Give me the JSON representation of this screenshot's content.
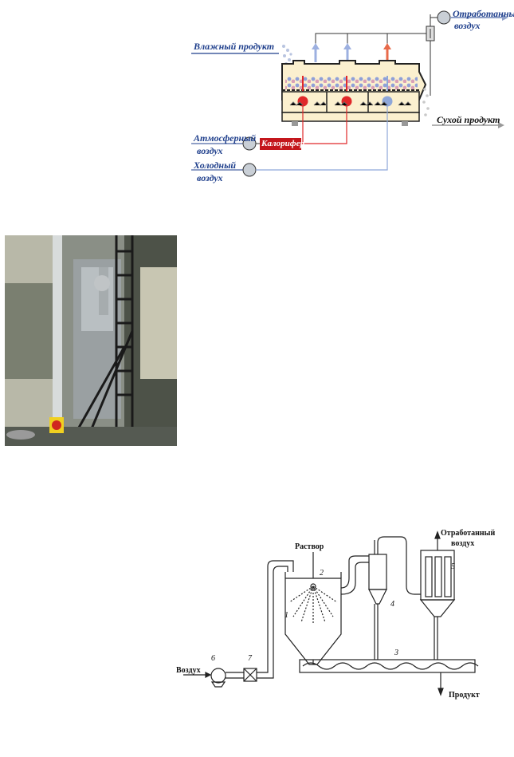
{
  "dryer_diagram": {
    "wet_product": "Влажный продукт",
    "exhaust_air_line1": "Отработанный",
    "exhaust_air_line2": "воздух",
    "atmospheric_air_line1": "Атмосферный",
    "atmospheric_air_line2": "воздух",
    "heater": "Калорифер",
    "cold_air_line1": "Холодный",
    "cold_air_line2": "воздух",
    "dry_product": "Сухой продукт",
    "colors": {
      "label_blue": "#1f3f8c",
      "hot_red": "#e0282a",
      "cold_blue": "#8ea7d9",
      "body_fill": "#fbf0cf",
      "heater_fill": "#c4161c"
    }
  },
  "photo": {
    "description_icon": "industrial-dryer-photo"
  },
  "spray_diagram": {
    "solution": "Раствор",
    "exhaust_air_line1": "Отработанный",
    "exhaust_air_line2": "воздух",
    "air_in": "Воздух",
    "product": "Продукт",
    "numbers": [
      "1",
      "2",
      "3",
      "4",
      "5",
      "6",
      "7"
    ]
  }
}
